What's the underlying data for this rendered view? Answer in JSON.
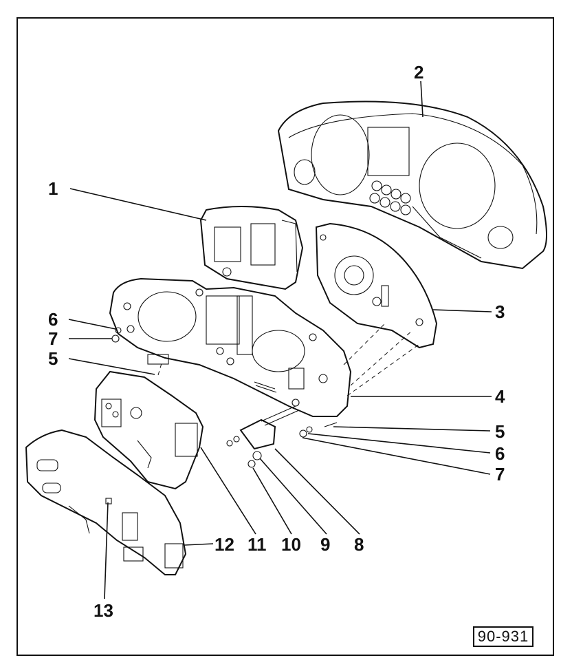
{
  "figure": {
    "reference_code": "90-931",
    "callouts": [
      {
        "id": "c1",
        "label": "1"
      },
      {
        "id": "c2",
        "label": "2"
      },
      {
        "id": "c3",
        "label": "3"
      },
      {
        "id": "c4",
        "label": "4"
      },
      {
        "id": "c5a",
        "label": "5"
      },
      {
        "id": "c5b",
        "label": "5"
      },
      {
        "id": "c6a",
        "label": "6"
      },
      {
        "id": "c6b",
        "label": "6"
      },
      {
        "id": "c7a",
        "label": "7"
      },
      {
        "id": "c7b",
        "label": "7"
      },
      {
        "id": "c8",
        "label": "8"
      },
      {
        "id": "c9",
        "label": "9"
      },
      {
        "id": "c10",
        "label": "10"
      },
      {
        "id": "c11",
        "label": "11"
      },
      {
        "id": "c12",
        "label": "12"
      },
      {
        "id": "c13",
        "label": "13"
      }
    ]
  }
}
